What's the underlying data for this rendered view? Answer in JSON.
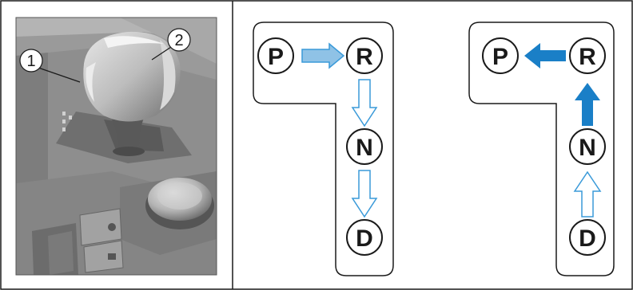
{
  "photo": {
    "callouts": [
      "1",
      "2"
    ]
  },
  "diagrams": [
    {
      "gears": [
        "P",
        "R",
        "N",
        "D"
      ],
      "arrows": [
        {
          "from": "P",
          "to": "R",
          "style": "shaded"
        },
        {
          "from": "R",
          "to": "N",
          "style": "outline"
        },
        {
          "from": "N",
          "to": "D",
          "style": "outline"
        }
      ]
    },
    {
      "gears": [
        "P",
        "R",
        "N",
        "D"
      ],
      "arrows": [
        {
          "from": "R",
          "to": "P",
          "style": "solid"
        },
        {
          "from": "N",
          "to": "R",
          "style": "solid"
        },
        {
          "from": "D",
          "to": "N",
          "style": "outline"
        }
      ]
    }
  ],
  "colors": {
    "arrow_solid": "#1a7fc7",
    "arrow_shaded": "#8fc2e6",
    "arrow_outline_stroke": "#3a9ad9",
    "photo_bg": "#9a9a9a"
  }
}
